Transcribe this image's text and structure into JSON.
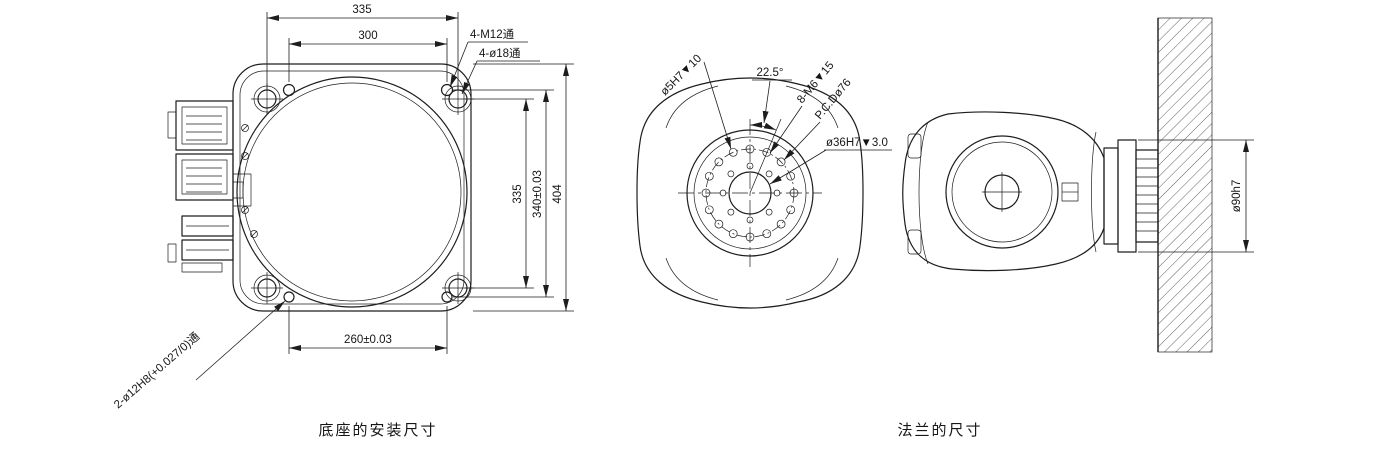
{
  "page": {
    "background": "#ffffff",
    "ink": "#1d1d1d"
  },
  "base_view": {
    "caption": "底座的安装尺寸",
    "dims": {
      "top_outer": "335",
      "top_inner": "300",
      "right_inner": "335",
      "right_mid": "340±0.03",
      "right_outer": "404",
      "bottom": "260±0.03"
    },
    "callouts": {
      "tapped_holes": "4-M12通",
      "through_holes": "4-ø18通",
      "dowel_holes": "2-ø12H8(+0.027/0)通"
    }
  },
  "flange_view": {
    "caption": "法兰的尺寸",
    "dims": {
      "hole_angle": "22.5°"
    },
    "callouts": {
      "dowel_holes": "ø5H7▼10",
      "tapped_holes": "8-M6▼15",
      "pitch_circle": "P.C.Dø76",
      "center_bore": "ø36H7▼3.0"
    }
  },
  "side_view": {
    "dims": {
      "flange_diameter": "ø90h7"
    }
  }
}
